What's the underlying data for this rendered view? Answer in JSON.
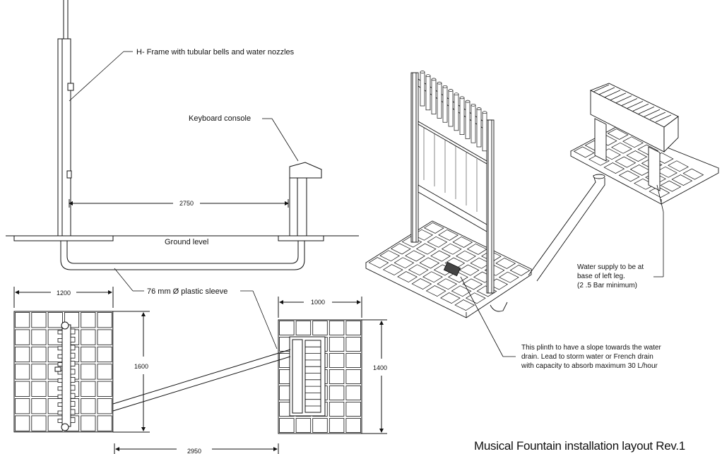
{
  "labels": {
    "h_frame": "H- Frame with tubular bells and water nozzles",
    "keyboard": "Keyboard console",
    "ground": "Ground level",
    "sleeve": "76 mm Ø plastic sleeve",
    "water_supply": [
      "Water supply to be at",
      "base of left leg.",
      "(2 .5 Bar minimum)"
    ],
    "plinth": [
      "This plinth to have a slope towards the water",
      "drain. Lead to storm water or French drain",
      "with capacity to absorb maximum 30 L/hour"
    ]
  },
  "dimensions": {
    "d2750": "2750",
    "d1200": "1200",
    "d1600": "1600",
    "d1000": "1000",
    "d1400": "1400",
    "d2950": "2950"
  },
  "title": "Musical Fountain installation layout Rev.1"
}
